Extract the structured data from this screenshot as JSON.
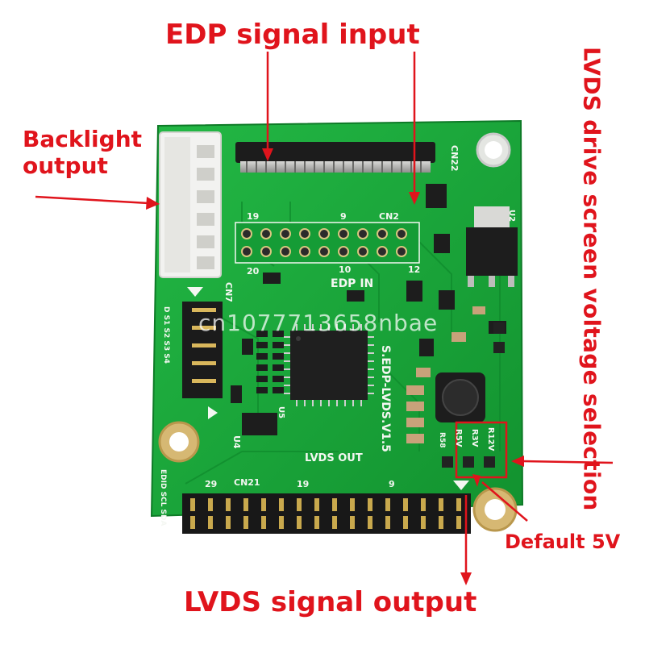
{
  "annotations": {
    "edp_input": "EDP signal input",
    "backlight_output": "Backlight\noutput",
    "lvds_voltage": "LVDS drive screen voltage selection",
    "default_voltage": "Default 5V",
    "lvds_output": "LVDS signal output"
  },
  "board_labels": {
    "edp_in": "EDP IN",
    "lvds_out": "LVDS OUT",
    "model": "S.EDP-LVDS.V1.5",
    "cn2": "CN2",
    "cn7": "CN7",
    "cn21": "CN21",
    "cn22": "CN22",
    "pin19_top": "19",
    "pin9_top": "9",
    "pin20": "20",
    "pin10": "10",
    "pin12": "12",
    "pin29": "29",
    "pin19_bottom": "19",
    "pin9_bottom": "9",
    "u2": "U2",
    "u4": "U4",
    "u5": "U5",
    "r3v": "R3V",
    "r5v": "R5V",
    "r12v": "R12V",
    "r58": "R58",
    "side_pins": "D  S1  S2  S3  S4",
    "edid": "EDID SCL SDA"
  },
  "watermark": "cn1077713658nbae",
  "colors": {
    "callout": "#e0141c",
    "pcb": "#1aa83b",
    "pcb_dark": "#128a2e",
    "connector": "#f2f2f0",
    "header": "#1b1b1b",
    "silkscreen": "#f4f7f2"
  }
}
